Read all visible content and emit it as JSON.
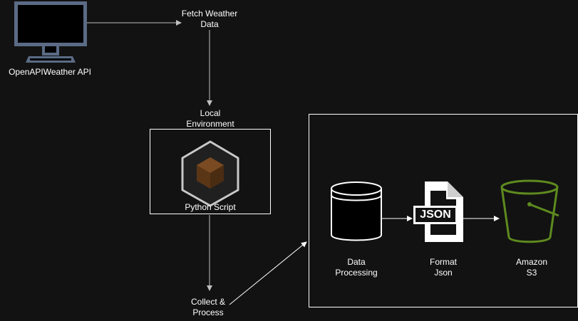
{
  "nodes": {
    "api": {
      "label": "OpenAPIWeather  API",
      "icon": "monitor-icon"
    },
    "fetch": {
      "line1": "Fetch Weather",
      "line2": "Data"
    },
    "local_env": {
      "line1": "Local",
      "line2": "Environment"
    },
    "script": {
      "label": "Python Script",
      "icon": "cube-icon"
    },
    "collect": {
      "line1": "Collect &",
      "line2": "Process"
    },
    "processing": {
      "line1": "Data",
      "line2": "Processing",
      "icon": "database-icon"
    },
    "format": {
      "line1": "Format",
      "line2": "Json",
      "icon": "json-file-icon",
      "badge": "JSON"
    },
    "s3": {
      "line1": "Amazon",
      "line2": "S3",
      "icon": "s3-bucket-icon"
    }
  },
  "colors": {
    "background": "#121212",
    "line": "#bfbfbf",
    "bucket": "#5e8a1f",
    "cube": "#5a3617"
  }
}
